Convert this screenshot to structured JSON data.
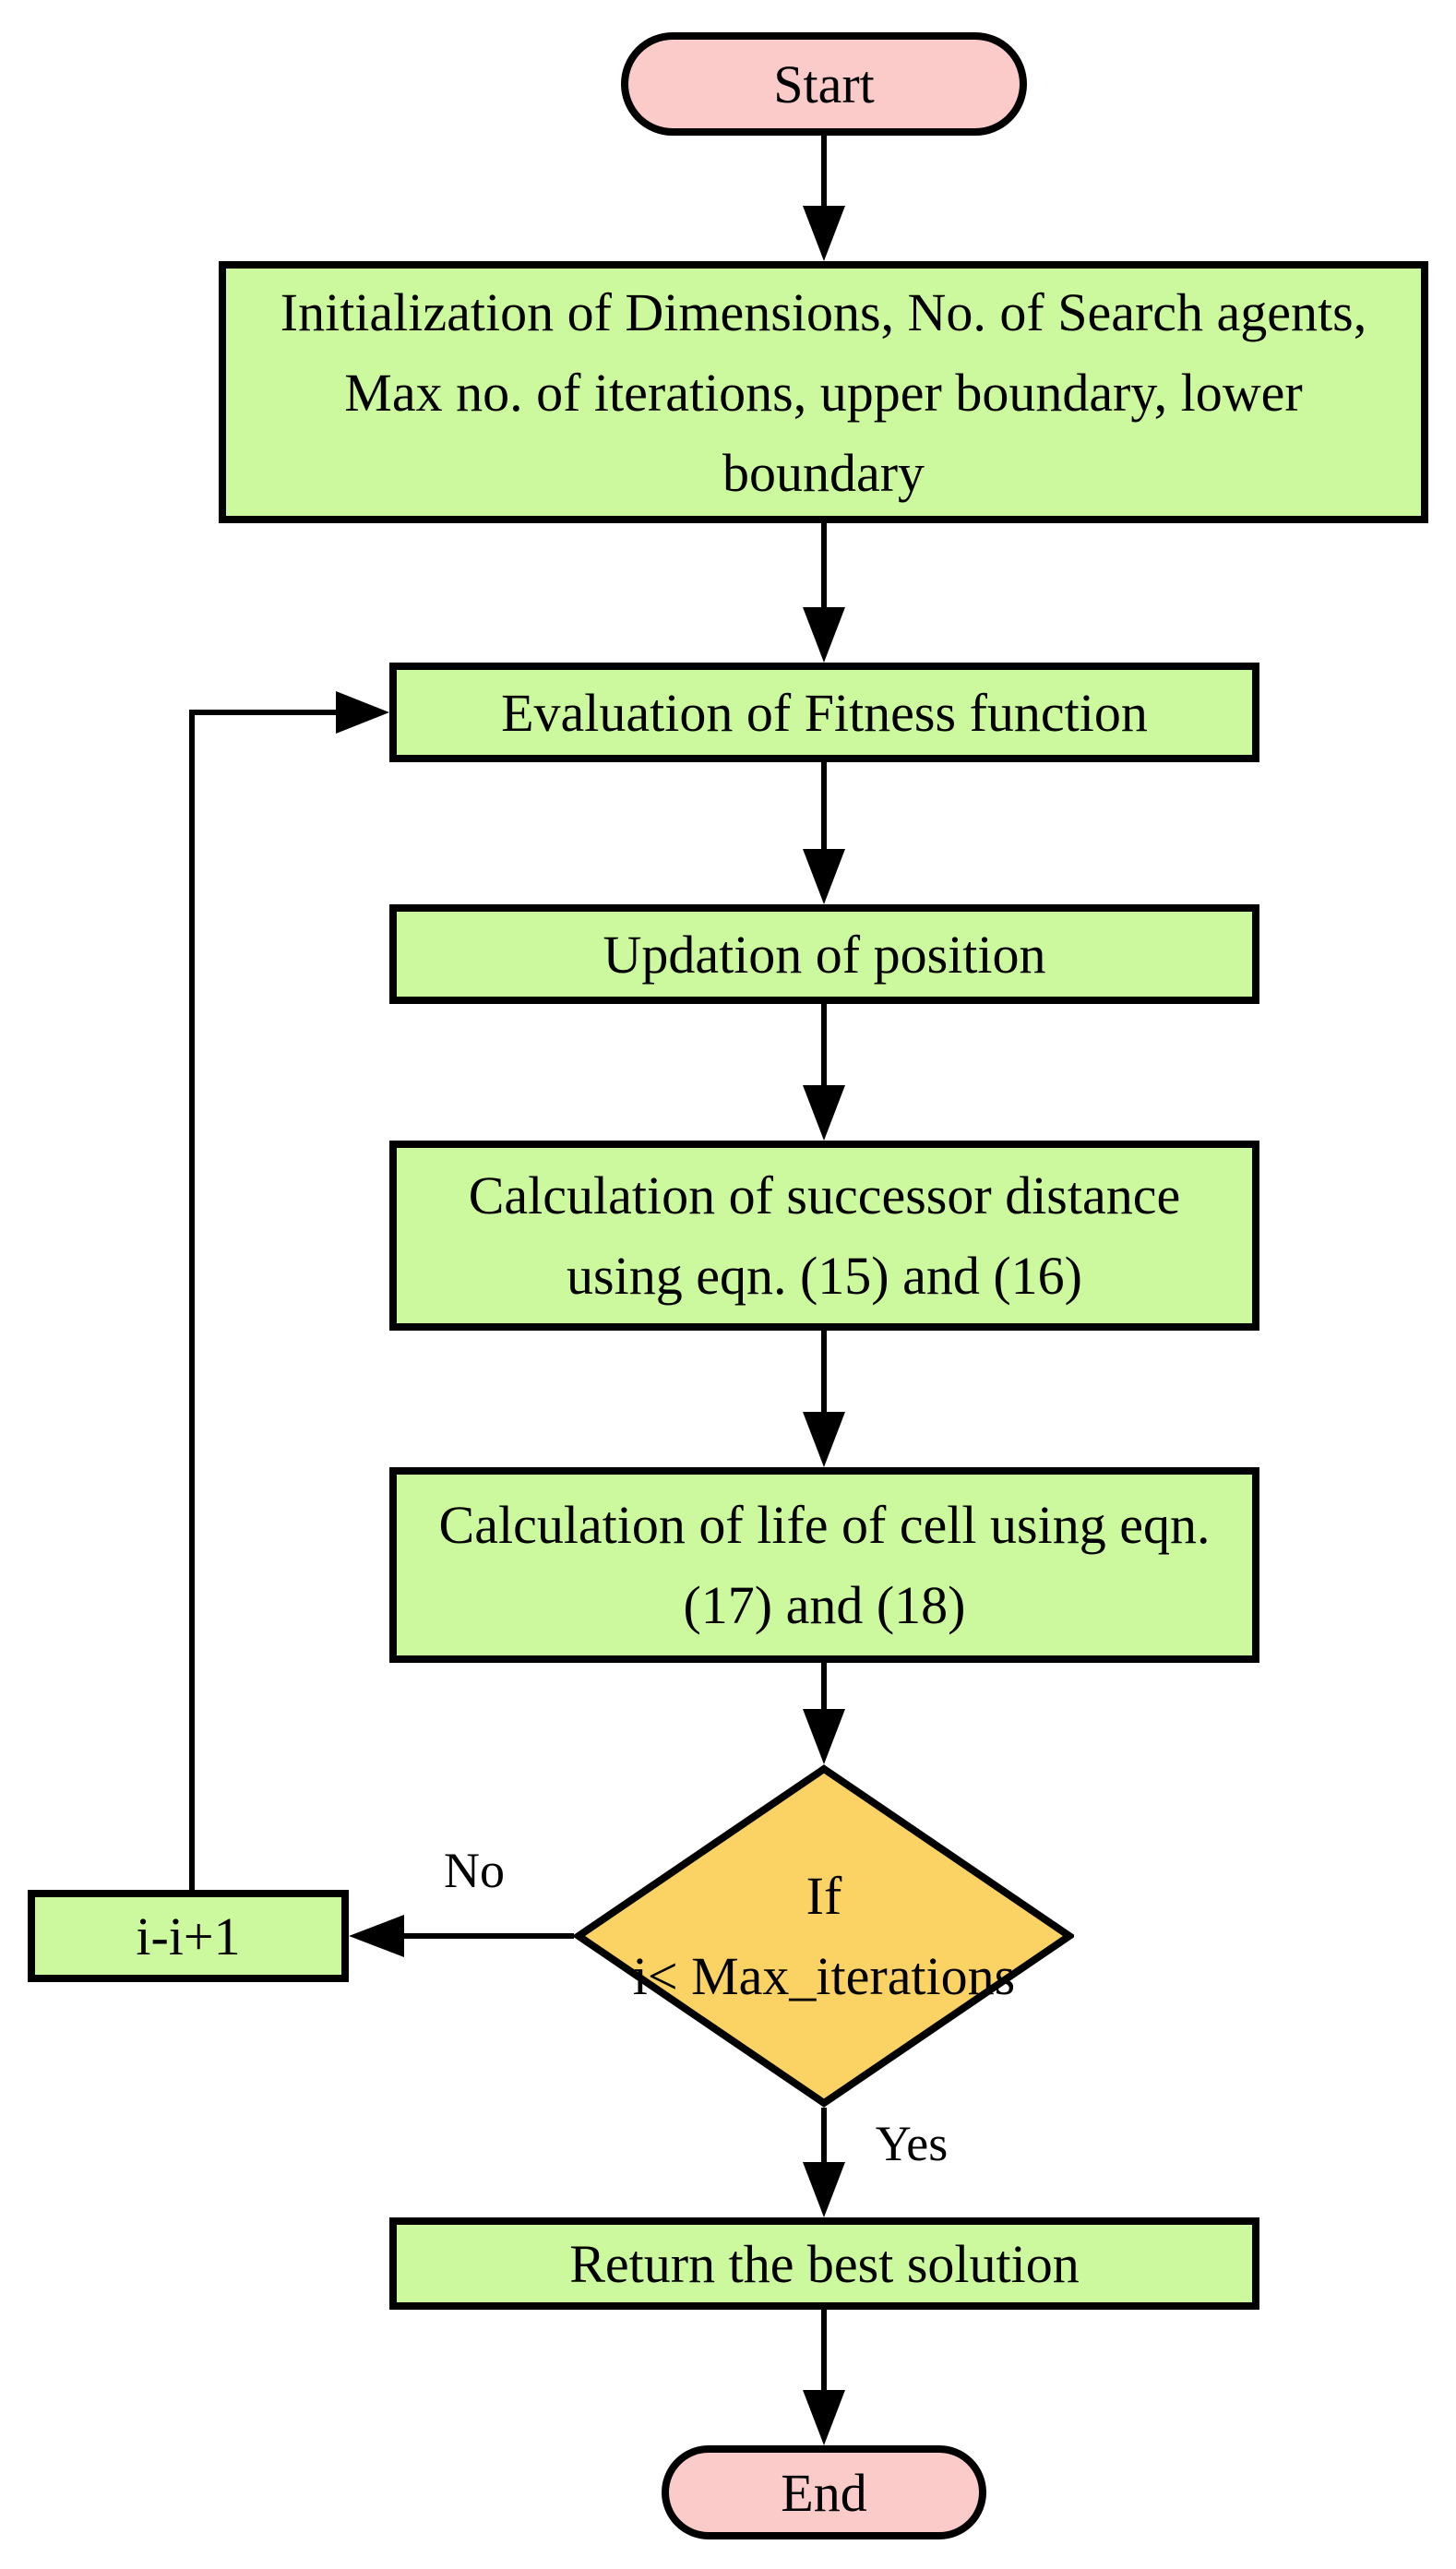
{
  "flowchart": {
    "nodes": {
      "start": {
        "label": "Start"
      },
      "init": {
        "label": "Initialization of Dimensions, No. of Search agents,\nMax no. of iterations, upper boundary, lower\nboundary"
      },
      "eval": {
        "label": "Evaluation of Fitness function"
      },
      "update": {
        "label": "Updation of position"
      },
      "successor": {
        "label": "Calculation of successor distance\nusing eqn. (15) and (16)"
      },
      "life": {
        "label": "Calculation of life of cell using eqn.\n(17) and (18)"
      },
      "decision": {
        "label": "If\ni< Max_iterations"
      },
      "increment": {
        "label": "i-i+1"
      },
      "return": {
        "label": "Return the best solution"
      },
      "end": {
        "label": "End"
      }
    },
    "edges": {
      "no_label": "No",
      "yes_label": "Yes"
    },
    "colors": {
      "process-fill": "#ccf99d",
      "terminal-fill": "#fbcbc9",
      "decision-fill": "#fbd264",
      "stroke": "#000000"
    }
  }
}
